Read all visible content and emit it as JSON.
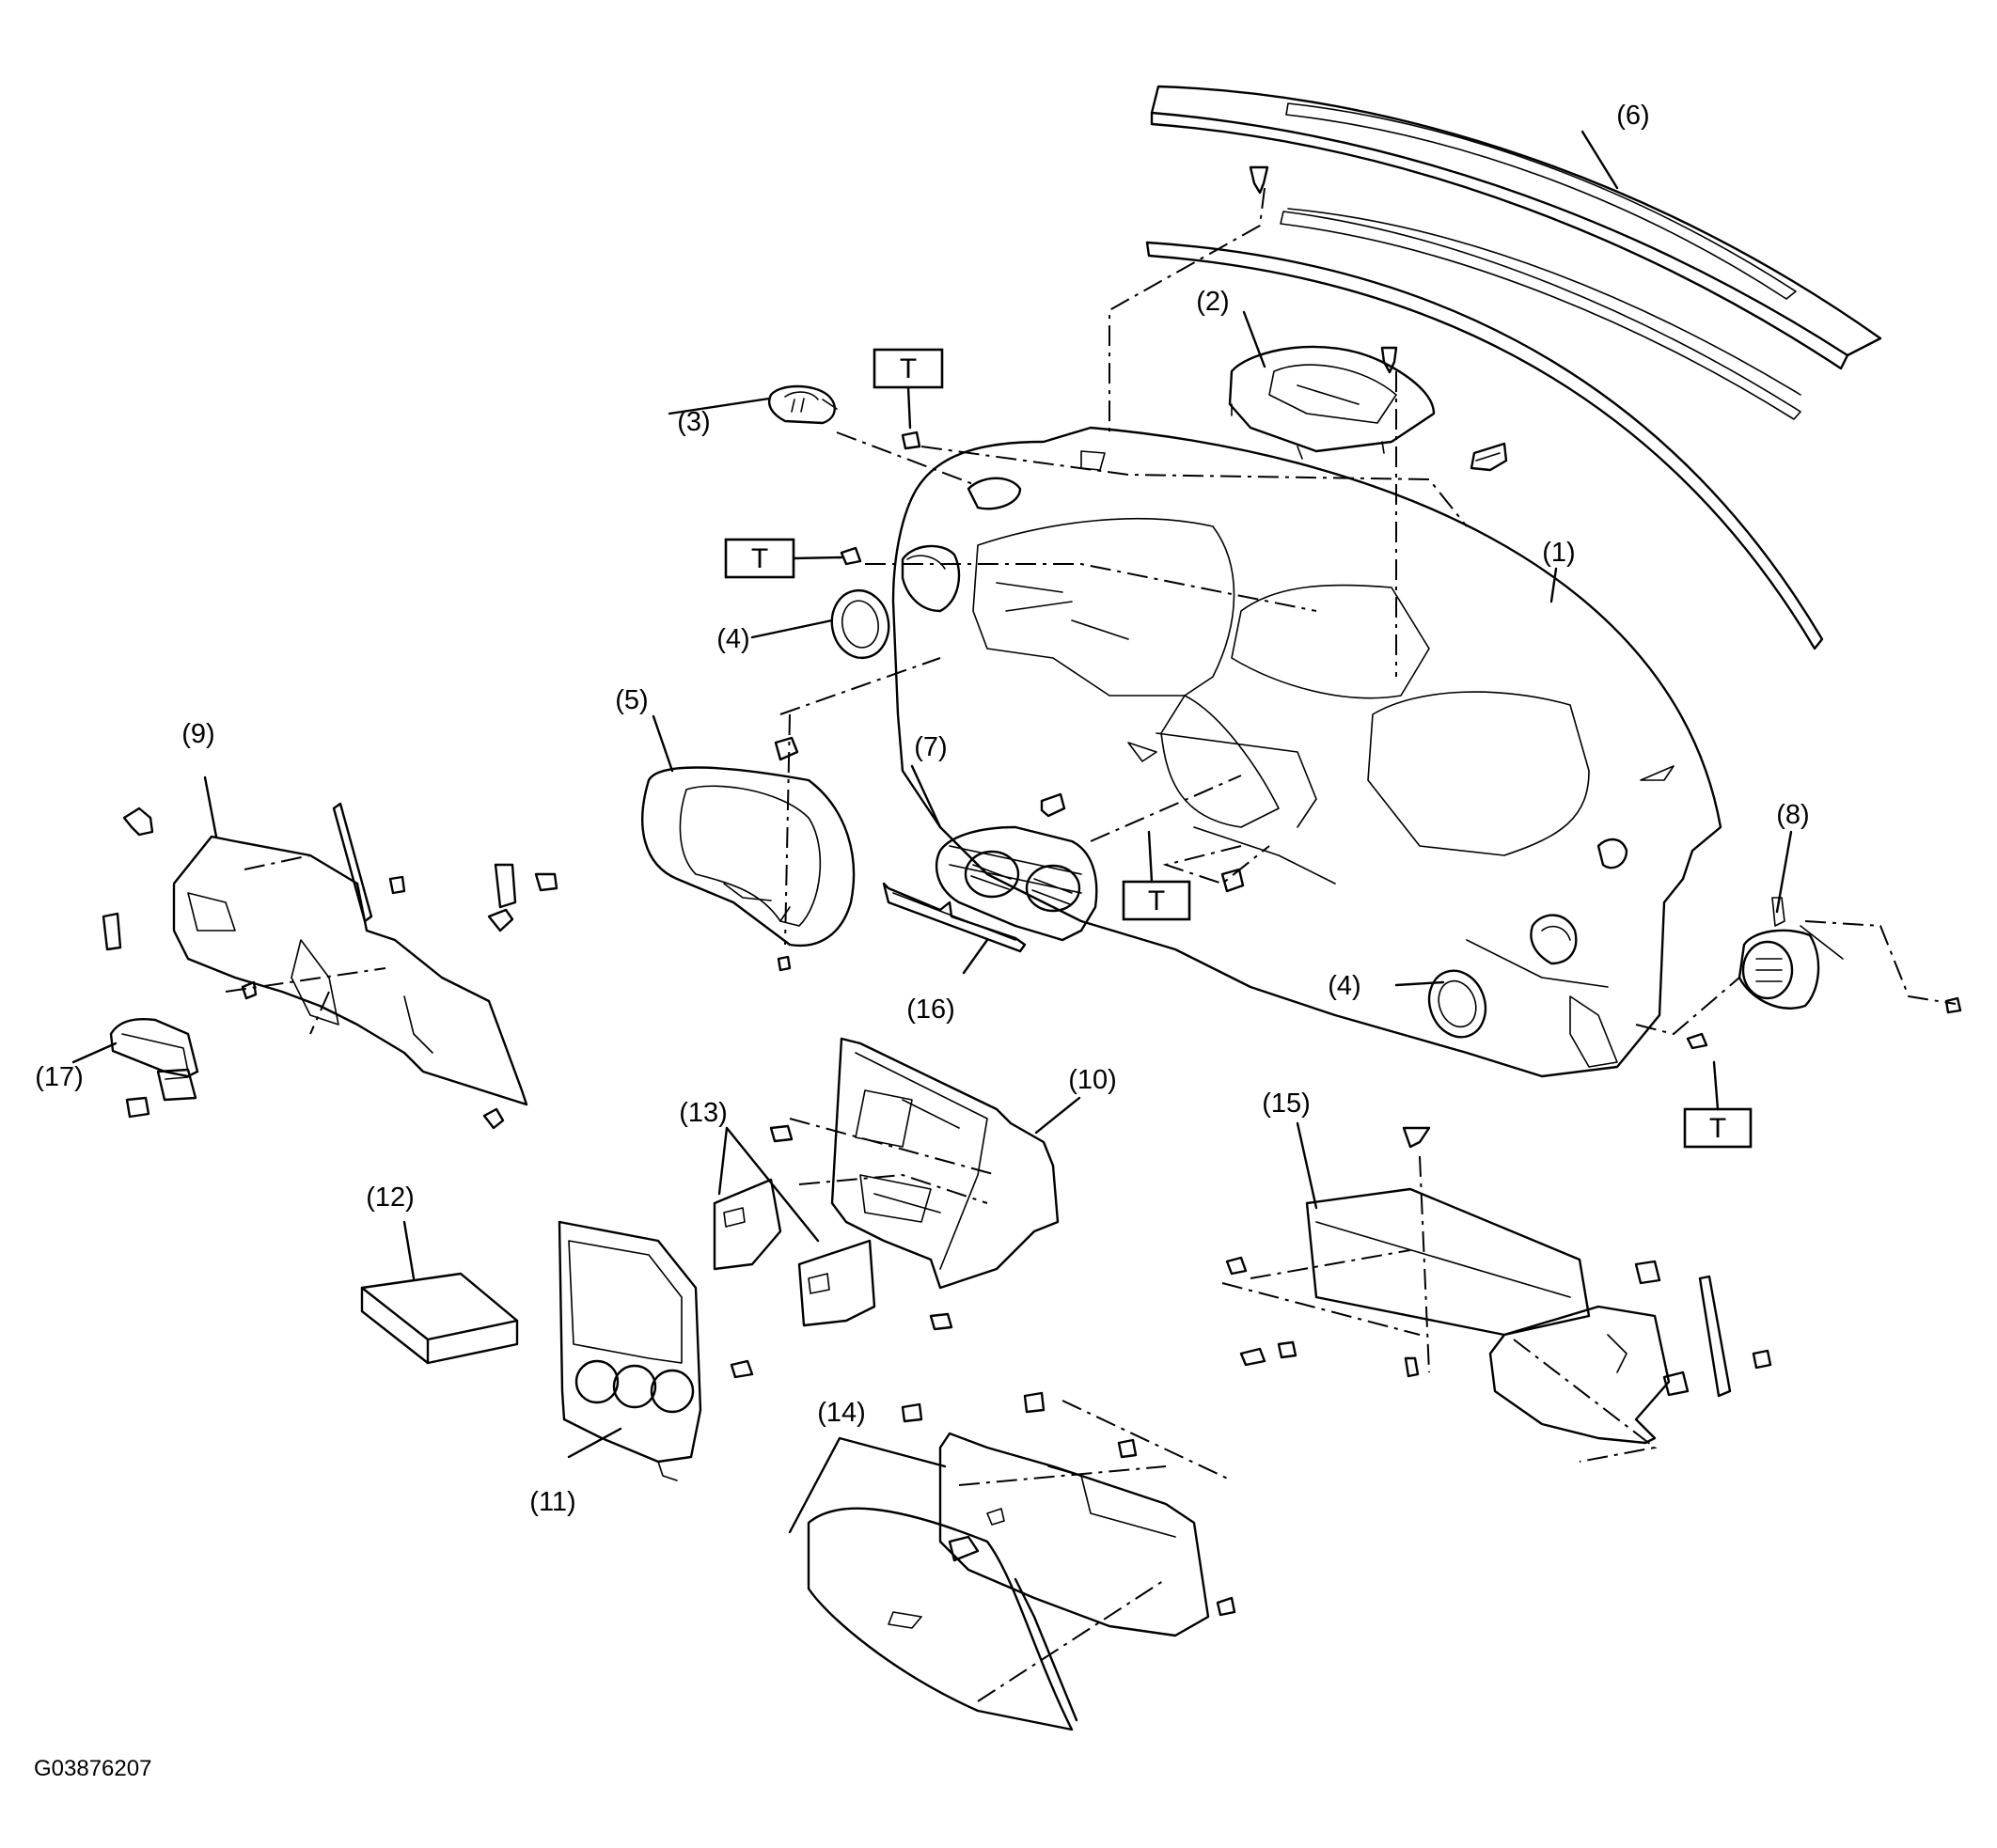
{
  "diagram": {
    "figure_code": "G03876207",
    "torque_marker": "T",
    "callouts": {
      "c1": "(1)",
      "c2": "(2)",
      "c3": "(3)",
      "c4a": "(4)",
      "c4b": "(4)",
      "c5": "(5)",
      "c6": "(6)",
      "c7": "(7)",
      "c8": "(8)",
      "c9": "(9)",
      "c10": "(10)",
      "c11": "(11)",
      "c12": "(12)",
      "c13": "(13)",
      "c14": "(14)",
      "c15": "(15)",
      "c16": "(16)",
      "c17": "(17)"
    }
  }
}
